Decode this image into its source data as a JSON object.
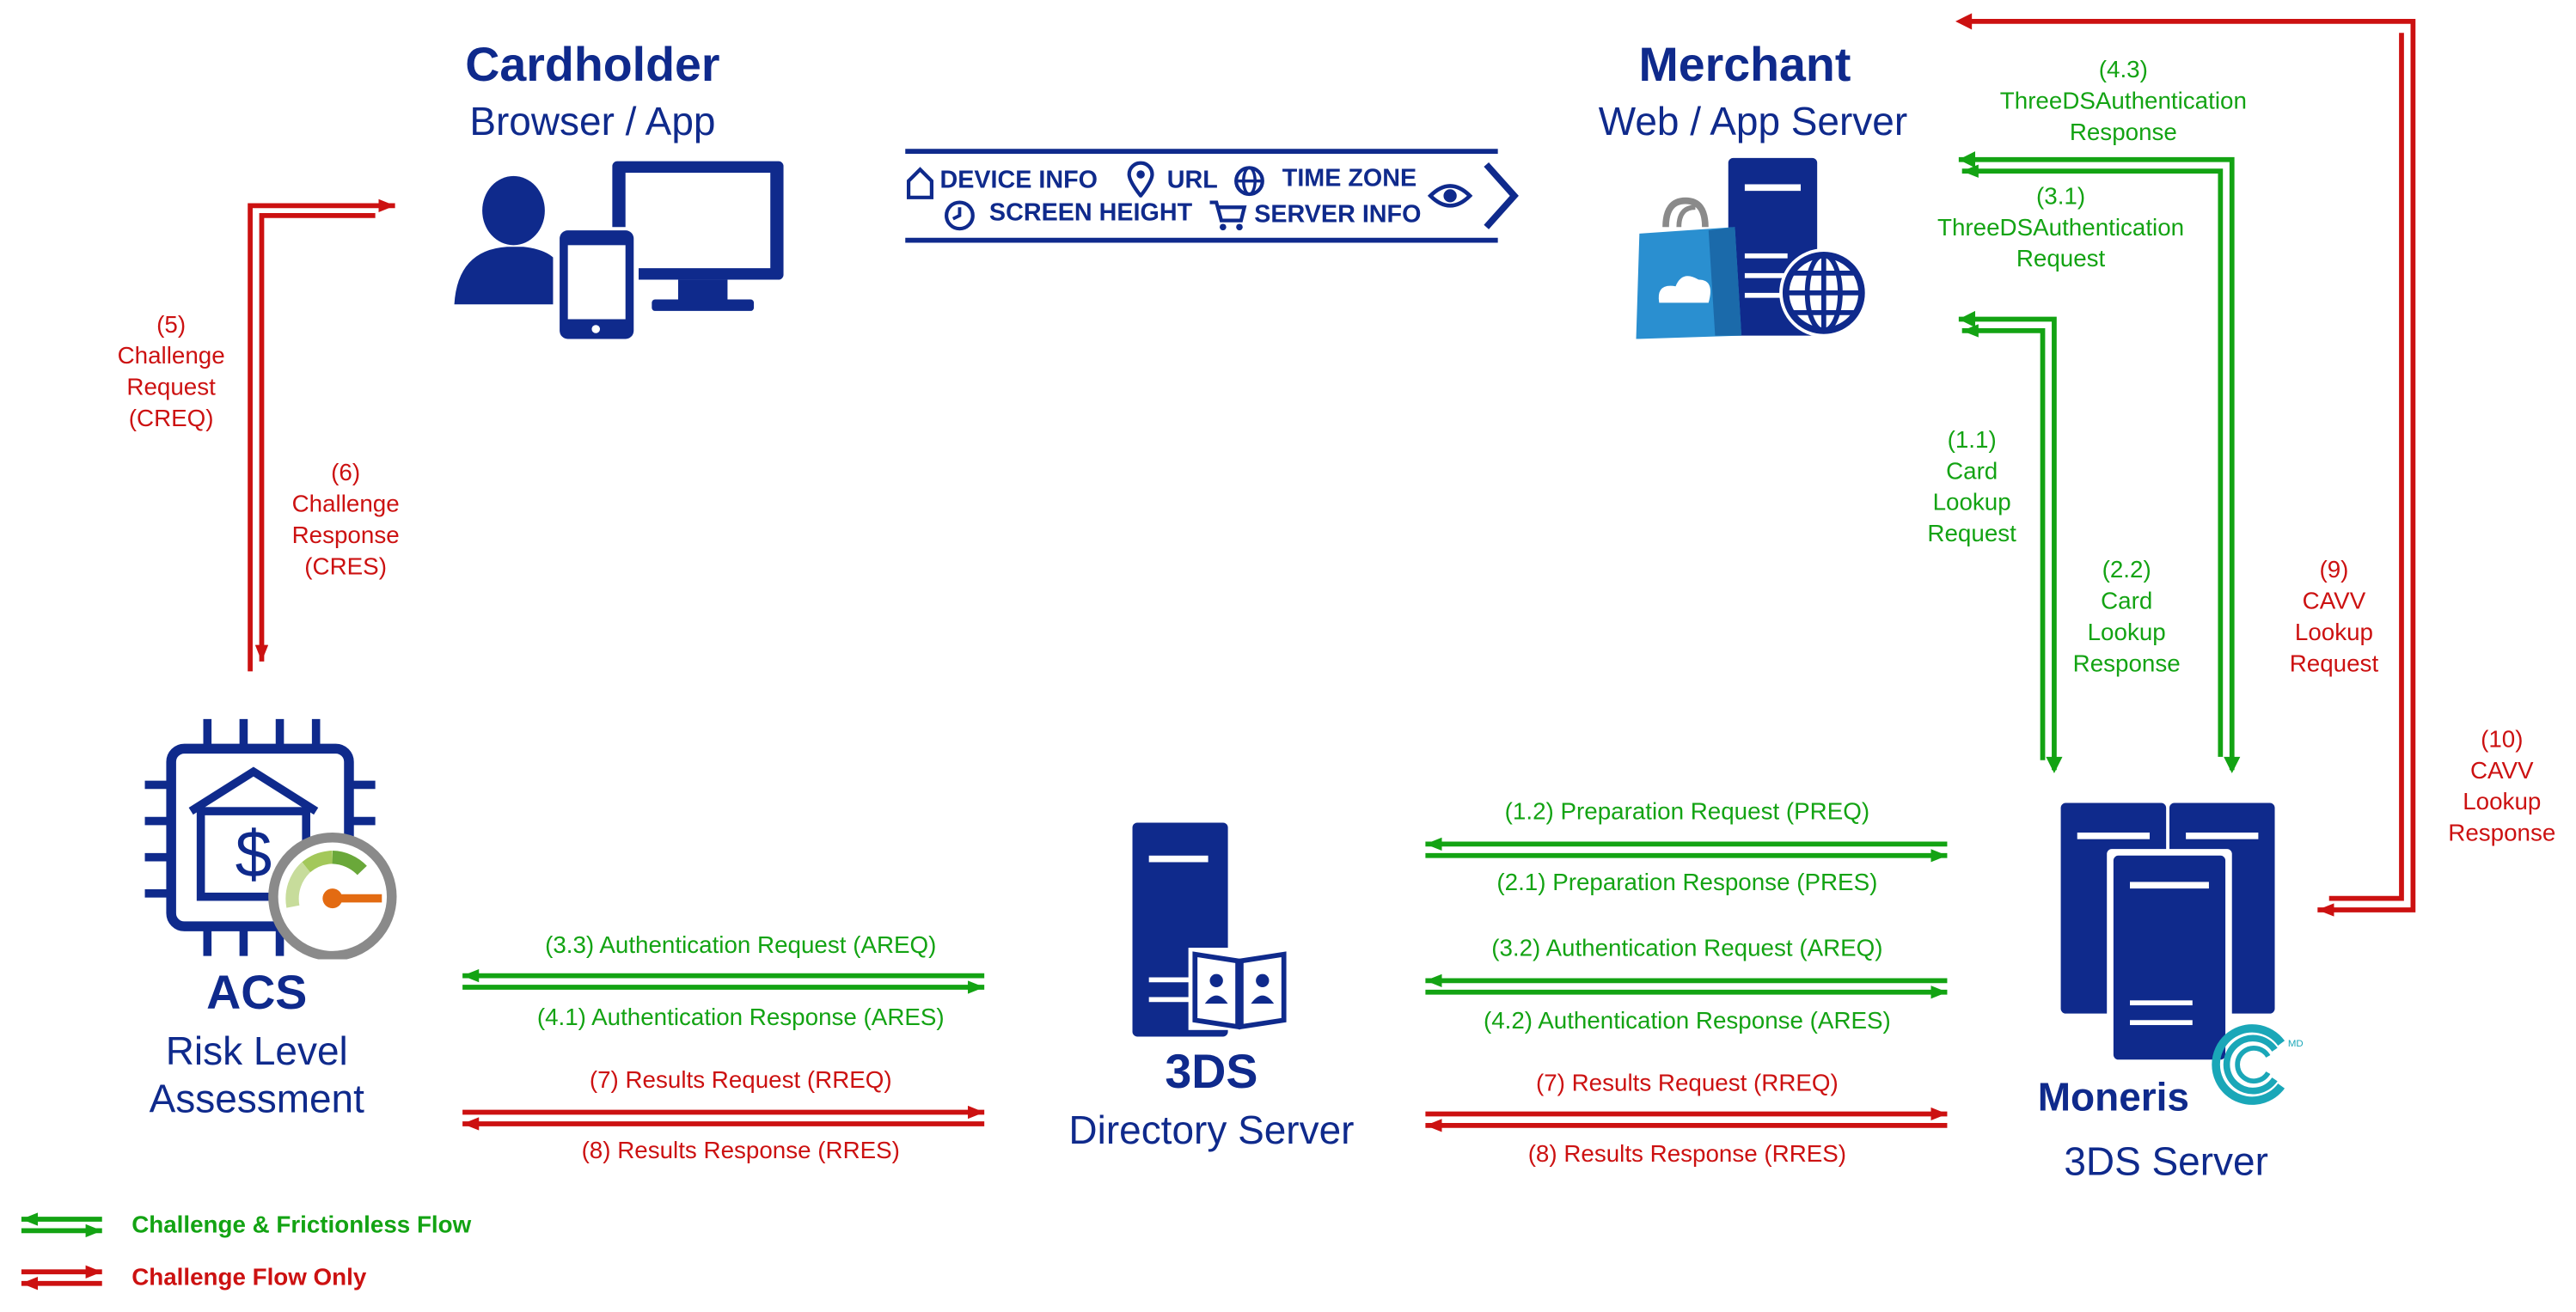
{
  "nodes": {
    "cardholder": {
      "title": "Cardholder",
      "subtitle": "Browser / App"
    },
    "merchant": {
      "title": "Merchant",
      "subtitle": "Web / App Server"
    },
    "acs": {
      "title": "ACS",
      "subtitle1": "Risk Level",
      "subtitle2": "Assessment"
    },
    "directory": {
      "title": "3DS",
      "subtitle": "Directory Server"
    },
    "server3ds": {
      "brand": "Moneris",
      "trademark": "MD",
      "subtitle": "3DS Server"
    }
  },
  "device_data": {
    "row1": [
      "DEVICE INFO",
      "URL",
      "TIME ZONE"
    ],
    "row2": [
      "SCREEN HEIGHT",
      "SERVER INFO"
    ]
  },
  "flows": {
    "f5": [
      "(5)",
      "Challenge",
      "Request",
      "(CREQ)"
    ],
    "f6": [
      "(6)",
      "Challenge",
      "Response",
      "(CRES)"
    ],
    "f43": [
      "(4.3)",
      "ThreeDSAuthentication",
      "Response"
    ],
    "f31": [
      "(3.1)",
      "ThreeDSAuthentication",
      "Request"
    ],
    "f11": [
      "(1.1)",
      "Card",
      "Lookup",
      "Request"
    ],
    "f22": [
      "(2.2)",
      "Card",
      "Lookup",
      "Response"
    ],
    "f9": [
      "(9)",
      "CAVV",
      "Lookup",
      "Request"
    ],
    "f10": [
      "(10)",
      "CAVV",
      "Lookup",
      "Response"
    ],
    "f12": "(1.2) Preparation Request (PREQ)",
    "f21": "(2.1) Preparation Response (PRES)",
    "f32": "(3.2) Authentication Request (AREQ)",
    "f42": "(4.2) Authentication Response (ARES)",
    "f7b": "(7) Results Request (RREQ)",
    "f8b": "(8) Results Response (RRES)",
    "f33": "(3.3) Authentication Request (AREQ)",
    "f41": "(4.1) Authentication Response (ARES)",
    "f7a": "(7) Results Request (RREQ)",
    "f8a": "(8) Results Response (RRES)"
  },
  "legend": {
    "green": "Challenge & Frictionless Flow",
    "red": "Challenge Flow Only"
  },
  "colors": {
    "navy": "#0f2a8c",
    "green": "#13a313",
    "red": "#cc1111",
    "bag_blue": "#2a8fd0"
  },
  "icons": [
    "person-icon",
    "desktop-monitor-icon",
    "smartphone-icon",
    "shopping-bag-icon",
    "server-tower-icon",
    "globe-icon",
    "chip-bank-icon",
    "speed-gauge-icon",
    "address-book-icon",
    "moneris-logo-icon",
    "home-icon",
    "location-pin-icon",
    "globe-small-icon",
    "eye-icon",
    "clock-icon",
    "cart-icon"
  ]
}
